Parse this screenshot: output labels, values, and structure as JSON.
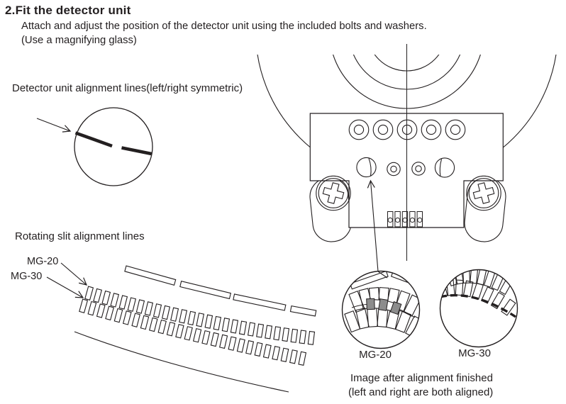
{
  "page": {
    "title": "2.Fit the detector unit",
    "instructions": [
      "Attach and adjust the position of the detector unit using the included bolts and washers.",
      "(Use a magnifying glass)"
    ]
  },
  "labels": {
    "detector_unit_alignment": "Detector unit alignment lines(left/right symmetric)",
    "rotating_slit_alignment": "Rotating slit alignment lines",
    "mg20": "MG-20",
    "mg30": "MG-30",
    "result_line1": "Image after alignment finished",
    "result_line2": "(left and right are both aligned)"
  },
  "colors": {
    "ink": "#231f20",
    "background": "#ffffff",
    "aligned_slit_gray": "#8c8c8c"
  }
}
